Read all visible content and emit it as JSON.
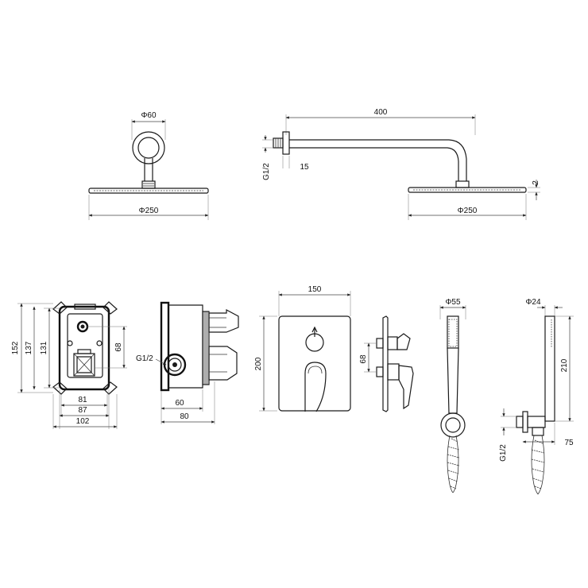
{
  "dimensions": {
    "head_front_diameter": "Φ60",
    "head_front_plate": "Φ250",
    "arm_length": "400",
    "arm_thread": "G1/2",
    "arm_offset": "15",
    "head_thickness": "2",
    "head_side_plate": "Φ250",
    "box_height_outer": "152",
    "box_height_mid": "137",
    "box_height_inner": "131",
    "box_port_height": "68",
    "box_width_inner": "81",
    "box_width_mid": "87",
    "box_width_outer": "102",
    "box_side_thread": "G1/2",
    "box_side_depth": "60",
    "box_side_total": "80",
    "plate_width": "150",
    "plate_height": "200",
    "valve_port_spacing": "68",
    "hand_shower_diameter": "Φ55",
    "hand_shower_stick_diameter": "Φ24",
    "hand_shower_length": "210",
    "outlet_thread": "G1/2",
    "outlet_depth": "75"
  },
  "colors": {
    "line": "#1a1a1a",
    "background": "#ffffff"
  }
}
